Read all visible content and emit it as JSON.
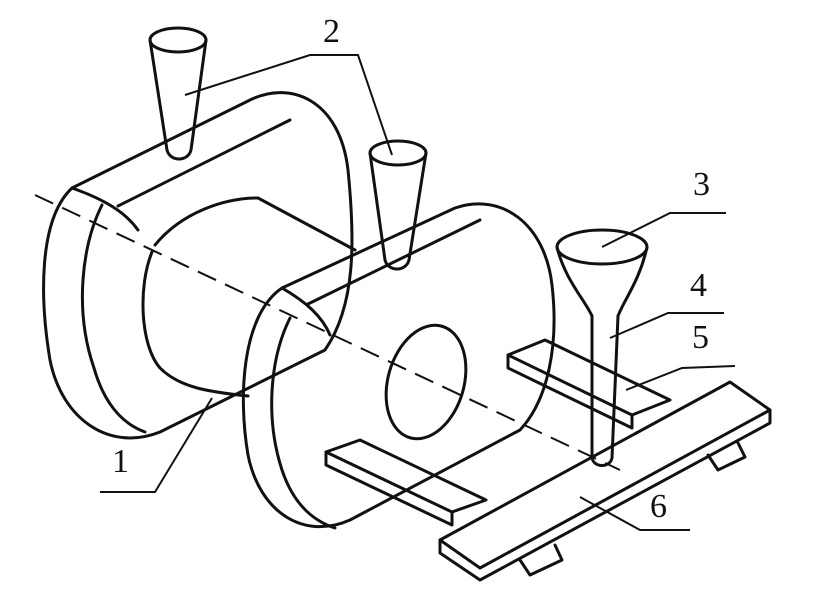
{
  "diagram": {
    "labels": {
      "part1": "1",
      "part2": "2",
      "part3": "3",
      "part4": "4",
      "part5": "5",
      "part6": "6"
    }
  }
}
